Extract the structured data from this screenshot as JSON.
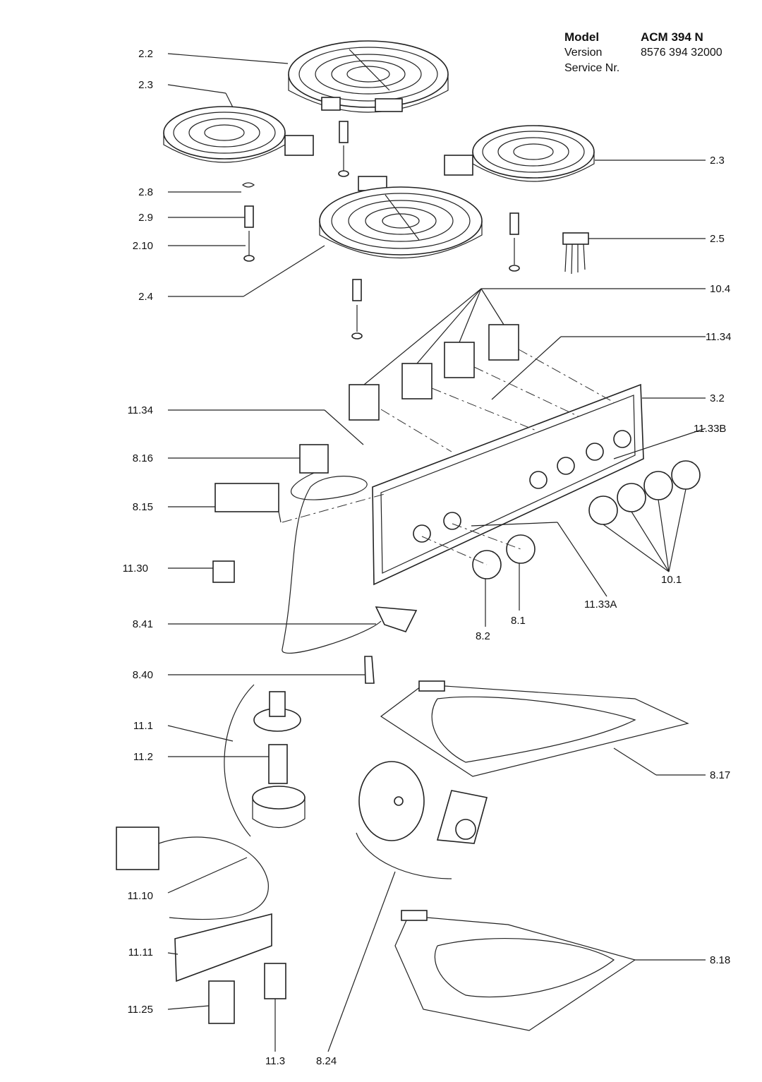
{
  "header": {
    "model_label": "Model",
    "model_value": "ACM 394 N",
    "version_label": "Version",
    "version_value": "8576 394 32000",
    "service_label": "Service Nr."
  },
  "callouts": [
    {
      "id": "2.2"
    },
    {
      "id": "2.3"
    },
    {
      "id": "2.3"
    },
    {
      "id": "2.8"
    },
    {
      "id": "2.9"
    },
    {
      "id": "2.10"
    },
    {
      "id": "2.5"
    },
    {
      "id": "2.4"
    },
    {
      "id": "10.4"
    },
    {
      "id": "11.34"
    },
    {
      "id": "11.34"
    },
    {
      "id": "3.2"
    },
    {
      "id": "11.33B"
    },
    {
      "id": "8.16"
    },
    {
      "id": "8.15"
    },
    {
      "id": "11.30"
    },
    {
      "id": "10.1"
    },
    {
      "id": "11.33A"
    },
    {
      "id": "8.1"
    },
    {
      "id": "8.41"
    },
    {
      "id": "8.2"
    },
    {
      "id": "8.40"
    },
    {
      "id": "11.1"
    },
    {
      "id": "11.2"
    },
    {
      "id": "8.17"
    },
    {
      "id": "11.10"
    },
    {
      "id": "11.11"
    },
    {
      "id": "8.18"
    },
    {
      "id": "11.25"
    },
    {
      "id": "11.3"
    },
    {
      "id": "8.24"
    }
  ]
}
